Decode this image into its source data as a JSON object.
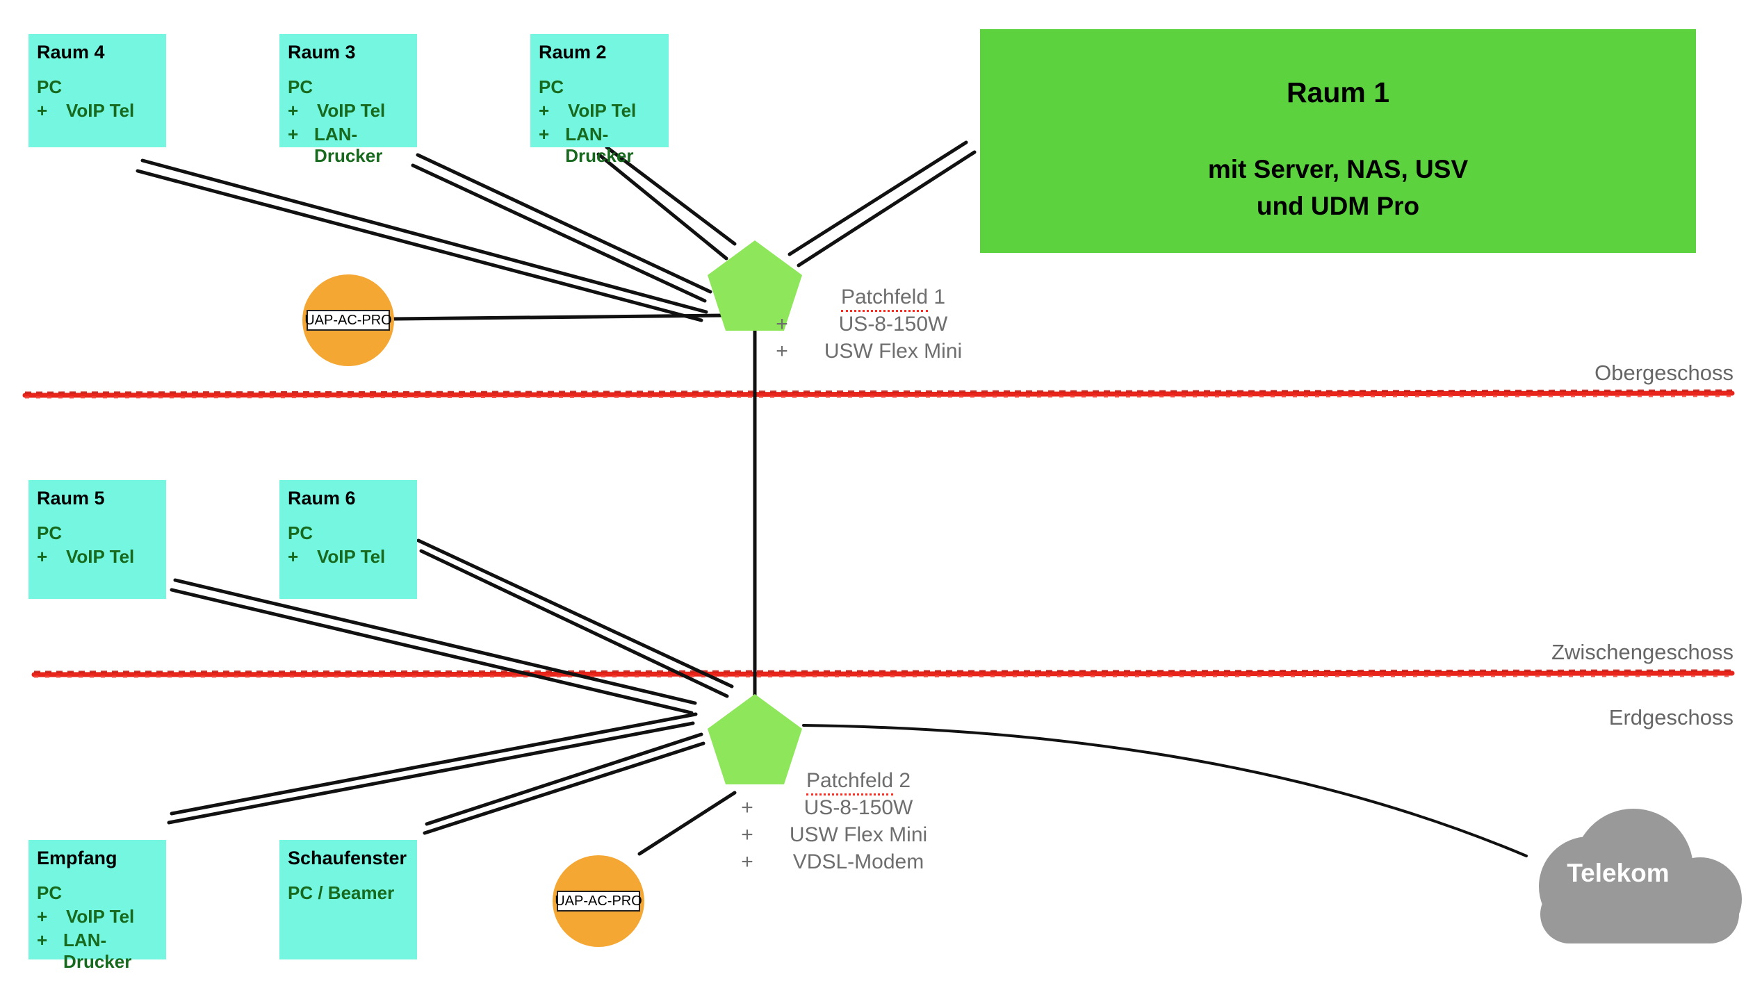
{
  "glyphs": {
    "plus": "+"
  },
  "floors": {
    "upper": "Obergeschoss",
    "middle": "Zwischengeschoss",
    "ground": "Erdgeschoss"
  },
  "rooms": {
    "raum4": {
      "title": "Raum 4",
      "pc": "PC",
      "item1": "VoIP Tel"
    },
    "raum3": {
      "title": "Raum 3",
      "pc": "PC",
      "item1": "VoIP Tel",
      "item2": "LAN-Drucker"
    },
    "raum2": {
      "title": "Raum 2",
      "pc": "PC",
      "item1": "VoIP Tel",
      "item2": "LAN-Drucker"
    },
    "raum1": {
      "title": "Raum 1",
      "line1": "mit Server, NAS, USV",
      "line2": "und UDM Pro"
    },
    "raum5": {
      "title": "Raum 5",
      "pc": "PC",
      "item1": "VoIP Tel"
    },
    "raum6": {
      "title": "Raum 6",
      "pc": "PC",
      "item1": "VoIP Tel"
    },
    "empfang": {
      "title": "Empfang",
      "pc": "PC",
      "item1": "VoIP Tel",
      "item2": "LAN-Drucker"
    },
    "schaufenster": {
      "title": "Schaufenster",
      "pc": "PC / Beamer"
    }
  },
  "patchfelds": {
    "pf1": {
      "word": "Patchfeld",
      "number": "1",
      "item1": "US-8-150W",
      "item2": "USW Flex Mini"
    },
    "pf2": {
      "word": "Patchfeld",
      "number": "2",
      "item1": "US-8-150W",
      "item2": "USW Flex Mini",
      "item3": "VDSL-Modem"
    }
  },
  "access_points": {
    "label": "UAP-AC-PRO"
  },
  "cloud": {
    "label": "Telekom"
  },
  "colors": {
    "room_box": "#75F6E0",
    "server_room": "#5CD33E",
    "patch_pentagon": "#8EE75A",
    "access_point": "#F5A733",
    "cloud": "#999999",
    "floor_line": "#E8251B",
    "device_text": "#17691D",
    "label_text": "#6E6E6E"
  }
}
